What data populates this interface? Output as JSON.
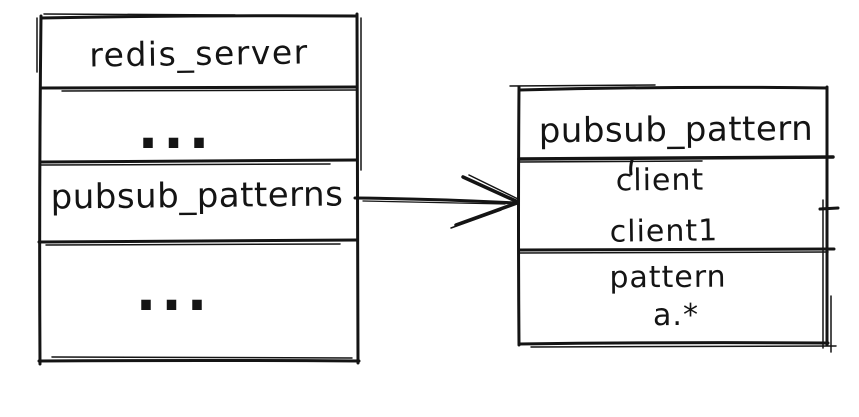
{
  "canvas": {
    "background": "#ffffff",
    "ink": "#141414"
  },
  "left_box": {
    "title": "redis_server",
    "rows": [
      {
        "label": "..."
      },
      {
        "label": "pubsub_patterns"
      },
      {
        "label": "..."
      }
    ]
  },
  "connector": {
    "type": "arrow",
    "direction": "left-to-right"
  },
  "right_box": {
    "title": "pubsub_pattern",
    "rows": [
      {
        "name": "client",
        "value": "client1"
      },
      {
        "name": "pattern",
        "value": "a.*"
      }
    ]
  }
}
